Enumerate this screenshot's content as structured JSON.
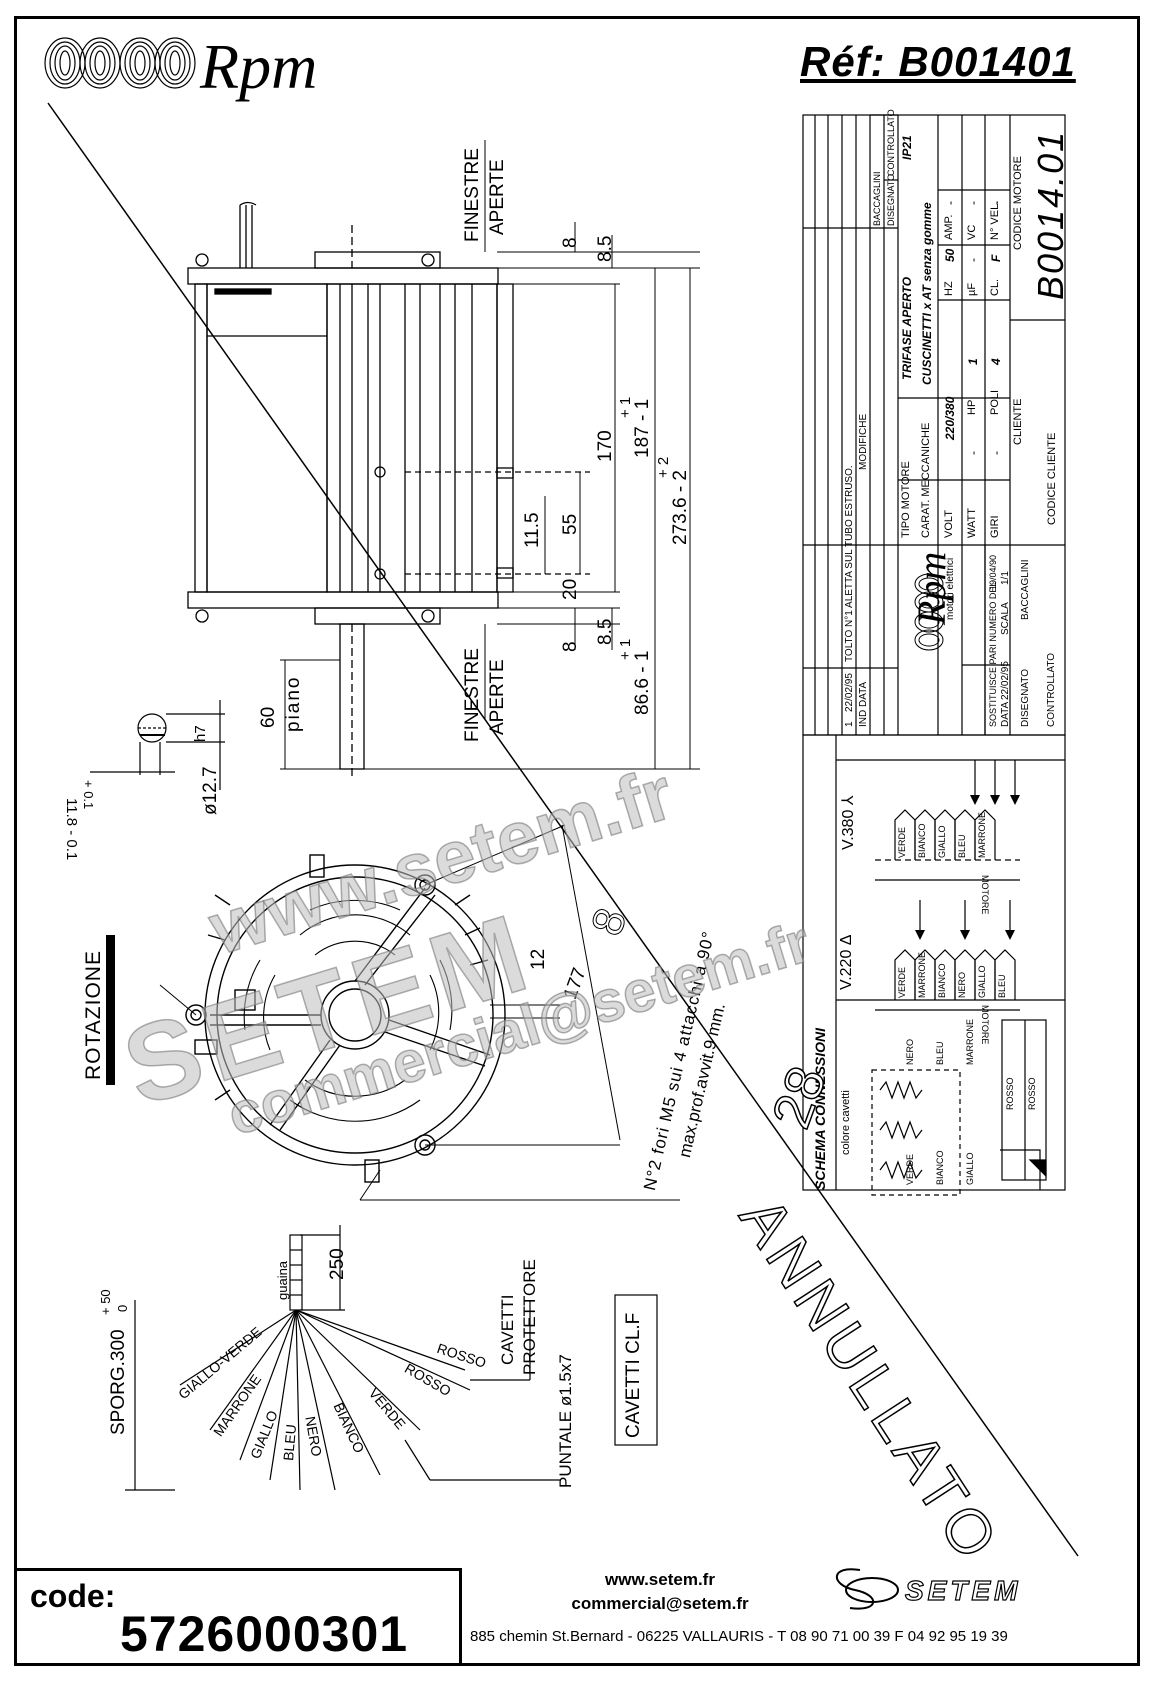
{
  "header": {
    "brand": "Rpm",
    "reference": "Réf:  B001401"
  },
  "views": {
    "side": {
      "finestre_aperte_top": [
        "FINESTRE",
        "APERTE"
      ],
      "finestre_aperte_bottom": [
        "FINESTRE",
        "APERTE"
      ],
      "dims": [
        "8",
        "8.5",
        "170",
        "+ 1",
        "187 - 1",
        "+ 2",
        "273.6 - 2",
        "11.5",
        "55",
        "20",
        "8",
        "8.5",
        "+ 1",
        "86.6 - 1",
        "60",
        "piano"
      ],
      "shaft_dims": [
        "h7",
        "ø12.7",
        "11.8 - 0.1",
        "+ 0.1"
      ]
    },
    "front": {
      "rotation_label": "ROTAZIONE",
      "dims": [
        "12",
        "177",
        "8",
        "N°2 fori M5 sui 4 attacchi a 90°",
        "max.prof.avvit.9 mm."
      ]
    },
    "leads": {
      "guaina": "guaina",
      "len_250": "250",
      "sporg": "SPORG.300",
      "sporg_tol": [
        "+ 50",
        "0"
      ],
      "wires": [
        "GIALLO-VERDE",
        "MARRONE",
        "GIALLO",
        "BLEU",
        "NERO",
        "BIANCO",
        "VERDE",
        "ROSSO",
        "ROSSO"
      ],
      "cavetti_protettore": [
        "CAVETTI",
        "PROTETTORE"
      ],
      "puntale": "PUNTALE ø1.5x7",
      "cavetti_cl": "CAVETTI CL.F"
    }
  },
  "title_block": {
    "revision_row": [
      "1",
      "22/02/95",
      "TOLTO N°1 ALETTA SUL TUBO ESTRUSO."
    ],
    "ind_data_modifiche": [
      "IND",
      "DATA",
      "MODIFICHE"
    ],
    "baccaglini": "BACCAGLINI",
    "disegnato_controllato": [
      "DISEGNATO",
      "CONTROLLATO"
    ],
    "ip": "IP21",
    "tipo_motore_label": "TIPO MOTORE",
    "tipo_motore": "TRIFASE APERTO",
    "carat_label": "CARAT. MECCANICHE",
    "carat": "CUSCINETTI x AT senza gomme",
    "volt_label": "VOLT",
    "volt": "220/380",
    "hz_label": "HZ",
    "hz": "50",
    "amp_label": "AMP.",
    "amp": "-",
    "watt_label": "WATT",
    "watt": "-",
    "hp_label": "HP",
    "hp": "1",
    "uf_label": "µF",
    "uf": "-",
    "vc_label": "VC",
    "vc": "-",
    "giri_label": "GIRI",
    "giri": "-",
    "poli_label": "POLI",
    "poli": "4",
    "cl_label": "CL.",
    "cl": "F",
    "nvel_label": "N° VEL.",
    "nvel": "-",
    "cliente_label": "CLIENTE",
    "codice_motore_label": "CODICE MOTORE",
    "codice_motore": "B0014.01",
    "codice_cliente_label": "CODICE CLIENTE",
    "logo_text": "Rpm",
    "logo_sub": "motori elettrici",
    "sostituisce": "SOSTITUISCE PARI NUMERO DEL",
    "sostituisce_date": "19/04/90",
    "data_label": "DATA",
    "data": "22/02/95",
    "scala_label": "SCALA",
    "scala": "1/1",
    "disegnato_label": "DISEGNATO",
    "disegnato": "BACCAGLINI",
    "controllato_label": "CONTROLLATO"
  },
  "connections": {
    "title": "SCHEMA CONNESSIONI",
    "colore_cavetti": "colore cavetti",
    "v380": "V.380 ⅄",
    "v220": "V.220 Δ",
    "motore": "MOTORE",
    "v380_wires": [
      "VERDE",
      "BIANCO",
      "GIALLO",
      "BLEU",
      "MARRONE"
    ],
    "v220_wires": [
      "VERDE",
      "MARRONE",
      "BIANCO",
      "NERO",
      "GIALLO",
      "BLEU"
    ],
    "coil_top": [
      "NERO",
      "BLEU",
      "MARRONE"
    ],
    "coil_bottom": [
      "VERDE",
      "BIANCO",
      "GIALLO"
    ],
    "rosso": [
      "ROSSO",
      "ROSSO"
    ]
  },
  "stamp": "ANNULLATO",
  "stamp_num": "28",
  "watermarks": [
    "www.setem.fr",
    "SETEM",
    "commercial@setem.fr"
  ],
  "footer": {
    "code_label": "code:",
    "code_value": "5726000301",
    "web": "www.setem.fr",
    "email": "commercial@setem.fr",
    "address": "885 chemin St.Bernard  -  06225 VALLAURIS  -  T 08 90 71 00 39  F 04 92 95 19 39",
    "brand": "SETEM"
  }
}
